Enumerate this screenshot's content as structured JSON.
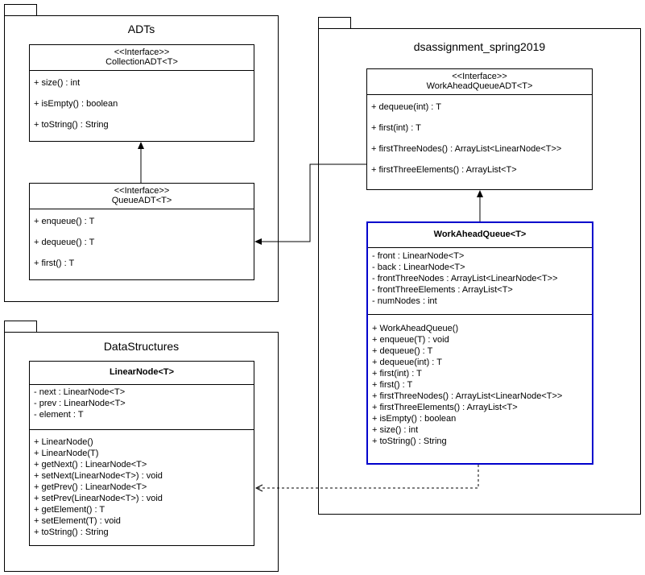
{
  "packages": {
    "adts": {
      "title": "ADTs"
    },
    "datastructures": {
      "title": "DataStructures"
    },
    "dsassignment": {
      "title": "dsassignment_spring2019"
    }
  },
  "classes": {
    "collection_adt": {
      "stereotype": "<<Interface>>",
      "name": "CollectionADT<T>",
      "operations": [
        "+ size() : int",
        "+ isEmpty() : boolean",
        "+ toString() : String"
      ]
    },
    "queue_adt": {
      "stereotype": "<<Interface>>",
      "name": "QueueADT<T>",
      "operations": [
        "+ enqueue() : T",
        "+ dequeue() : T",
        "+ first() : T"
      ]
    },
    "work_ahead_queue_adt": {
      "stereotype": "<<Interface>>",
      "name": "WorkAheadQueueADT<T>",
      "operations": [
        "+ dequeue(int) : T",
        "+ first(int) : T",
        "+ firstThreeNodes() : ArrayList<LinearNode<T>>",
        "+ firstThreeElements() : ArrayList<T>"
      ]
    },
    "work_ahead_queue": {
      "name": "WorkAheadQueue<T>",
      "attributes": [
        "- front : LinearNode<T>",
        "- back : LinearNode<T>",
        "- frontThreeNodes : ArrayList<LinearNode<T>>",
        "- frontThreeElements : ArrayList<T>",
        "- numNodes : int"
      ],
      "operations": [
        "+ WorkAheadQueue()",
        "+ enqueue(T) : void",
        "+ dequeue() : T",
        "+ dequeue(int) : T",
        "+ first(int) : T",
        "+ first() : T",
        "+ firstThreeNodes() : ArrayList<LinearNode<T>>",
        "+ firstThreeElements() : ArrayList<T>",
        "+ isEmpty() : boolean",
        "+ size() : int",
        "+ toString() : String"
      ]
    },
    "linear_node": {
      "name": "LinearNode<T>",
      "attributes": [
        "- next : LinearNode<T>",
        "- prev : LinearNode<T>",
        "- element : T"
      ],
      "operations": [
        "+ LinearNode()",
        "+ LinearNode(T)",
        "+ getNext() : LinearNode<T>",
        "+ setNext(LinearNode<T>) : void",
        "+ getPrev() : LinearNode<T>",
        "+ setPrev(LinearNode<T>) : void",
        "+ getElement() : T",
        "+ setElement(T) : void",
        "+ toString() : String"
      ]
    }
  },
  "colors": {
    "highlight_border": "#0000cc",
    "line": "#000000"
  }
}
